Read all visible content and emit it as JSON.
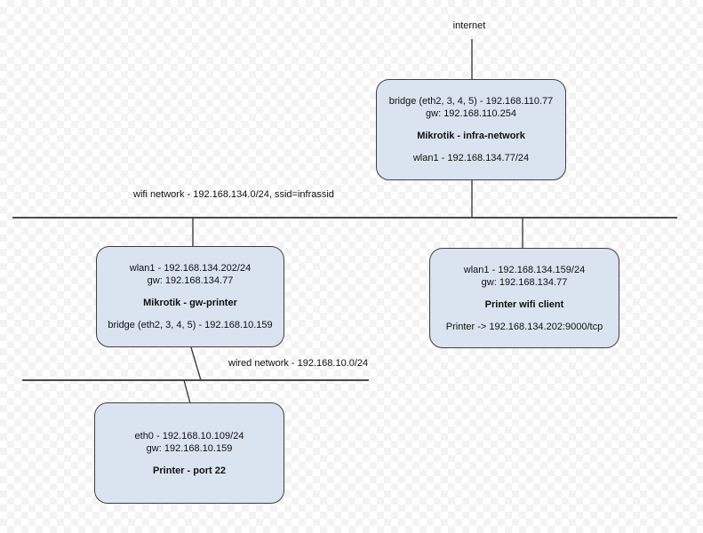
{
  "labels": {
    "internet": "internet",
    "wifi_network": "wifi network - 192.168.134.0/24, ssid=infrassid",
    "wired_network": "wired network - 192.168.10.0/24"
  },
  "nodes": {
    "infra": {
      "line1": "bridge (eth2, 3, 4, 5) - 192.168.110.77",
      "line2": "gw: 192.168.110.254",
      "title": "Mikrotik - infra-network",
      "line4": "wlan1 - 192.168.134.77/24"
    },
    "gw_printer": {
      "line1": "wlan1 - 192.168.134.202/24",
      "line2": "gw: 192.168.134.77",
      "title": "Mikrotik - gw-printer",
      "line4": "bridge (eth2, 3, 4, 5) - 192.168.10.159"
    },
    "printer_wifi_client": {
      "line1": "wlan1 - 192.168.134.159/24",
      "line2": "gw: 192.168.134.77",
      "title": "Printer wifi client",
      "line4": "Printer -> 192.168.134.202:9000/tcp"
    },
    "printer": {
      "line1": "eth0 - 192.168.10.109/24",
      "line2": "gw: 192.168.10.159",
      "title": "Printer - port 22"
    }
  },
  "colors": {
    "node_fill": "#dae3f0",
    "node_border": "#3f3f3f",
    "wire": "#3d3d3d",
    "checker": "#f3f3f3",
    "text": "#111111"
  }
}
